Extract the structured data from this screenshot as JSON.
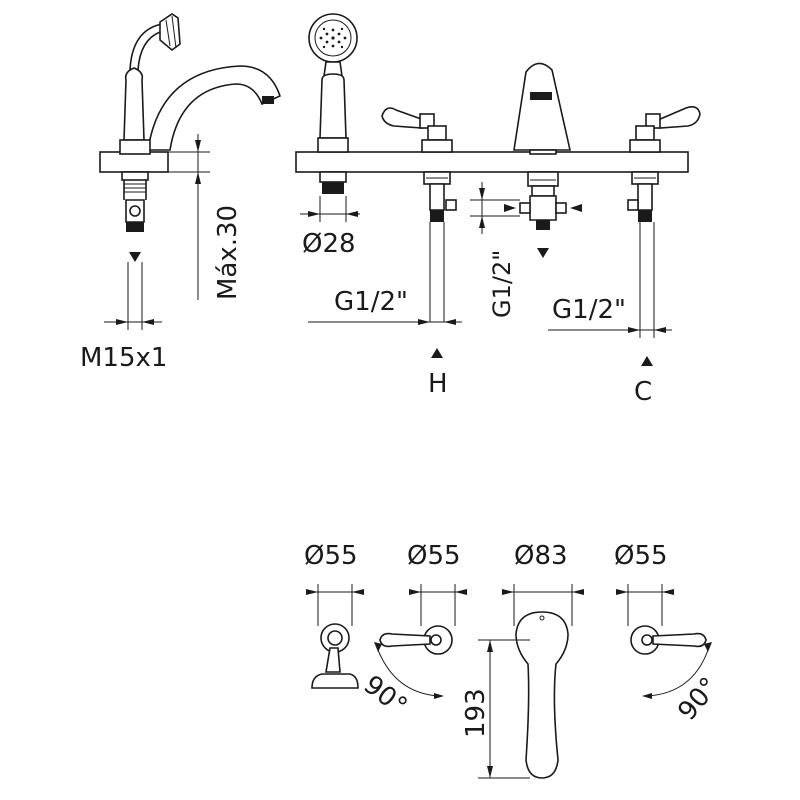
{
  "labels": {
    "m15x1": "M15x1",
    "max30": "Máx.30",
    "d28": "Ø28",
    "g12_h": "G1/2\"",
    "g12_v": "G1/2\"",
    "g12_c": "G1/2\"",
    "h": "H",
    "c": "C",
    "d55_a": "Ø55",
    "d55_b": "Ø55",
    "d83": "Ø83",
    "d55_c": "Ø55",
    "deg90_left": "90°",
    "deg90_right": "90°",
    "h193": "193"
  }
}
